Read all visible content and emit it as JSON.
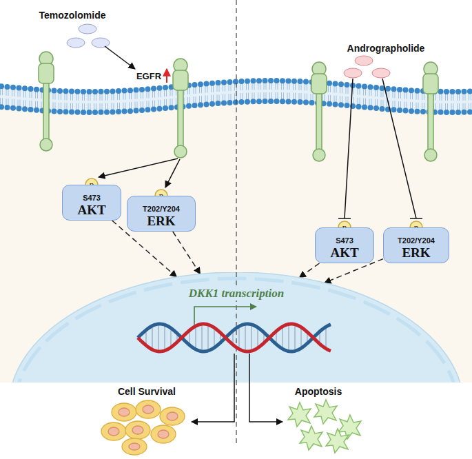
{
  "diagram": {
    "nodes": [
      {
        "text": [
          "p"
        ]
      },
      {
        "text": [
          "S473",
          "AKT"
        ]
      },
      {
        "text": [
          "p"
        ]
      },
      {
        "text": [
          "T202/Y204",
          "ERK"
        ]
      },
      {
        "text": [
          "p"
        ]
      },
      {
        "text": [
          "S473",
          "AKT"
        ]
      },
      {
        "text": [
          "p"
        ]
      },
      {
        "text": [
          "T202/Y204",
          "ERK"
        ]
      },
      {
        "text": [
          "DKK1 transcription"
        ]
      }
    ],
    "edges": [
      {
        "from": 1,
        "to": 8,
        "arrow": "to"
      },
      {
        "from": 3,
        "to": 8,
        "arrow": "to"
      },
      {
        "from": 5,
        "to": 8,
        "arrow": "to"
      },
      {
        "from": 7,
        "to": 8,
        "arrow": "to"
      }
    ],
    "labels": [
      "Temozolomide",
      "EGFR",
      "Andrographolide",
      "Cell Survival",
      "Apoptosis"
    ]
  }
}
